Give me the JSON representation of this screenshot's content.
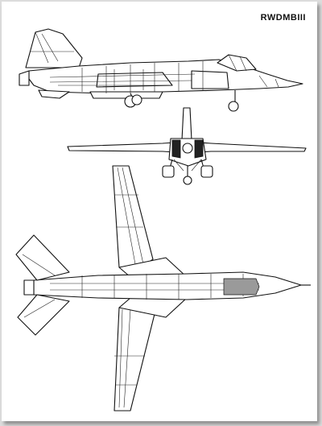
{
  "drawing": {
    "label": "RWDMBIII",
    "views": [
      "side",
      "front",
      "top"
    ]
  }
}
